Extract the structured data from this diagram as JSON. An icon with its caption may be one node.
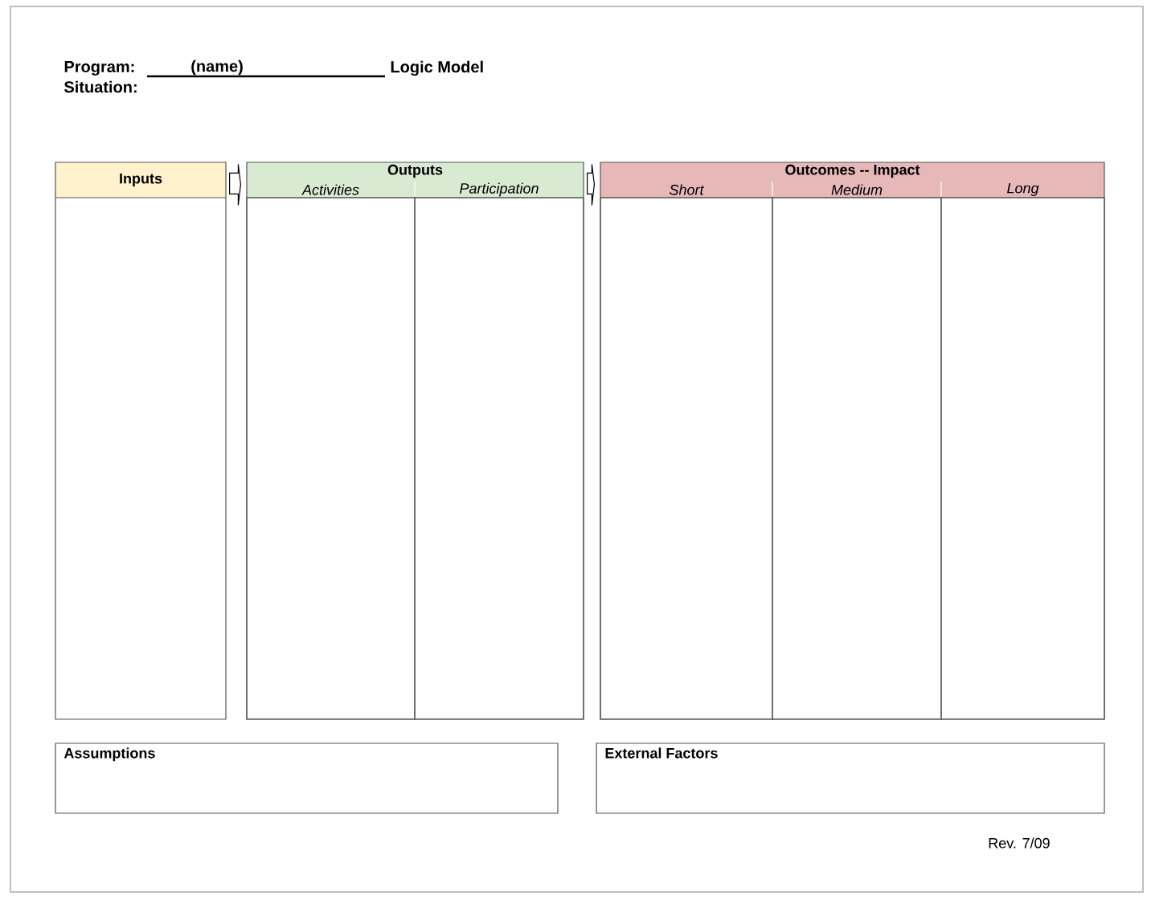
{
  "diagram": {
    "nodes": [
      {
        "text": [
          "Inputs"
        ]
      },
      {
        "text": [
          "Outputs"
        ]
      },
      {
        "text": [
          "Activities"
        ],
        "in": 1
      },
      {
        "text": [
          "Participation"
        ],
        "in": 1
      },
      {
        "text": [
          "Outcomes -- Impact"
        ]
      },
      {
        "text": [
          "Short"
        ],
        "in": 4
      },
      {
        "text": [
          "Medium"
        ],
        "in": 4
      },
      {
        "text": [
          "Long"
        ],
        "in": 4
      },
      {
        "text": [
          "Assumptions"
        ]
      },
      {
        "text": [
          "External Factors"
        ]
      }
    ],
    "edges": [
      {
        "from": 0,
        "to": 1,
        "arrow": "to"
      },
      {
        "from": 1,
        "to": 4,
        "arrow": "to"
      }
    ],
    "labels": [
      "Program:",
      "(name)",
      "Logic Model",
      "Situation:",
      "Rev. 7/09"
    ]
  }
}
